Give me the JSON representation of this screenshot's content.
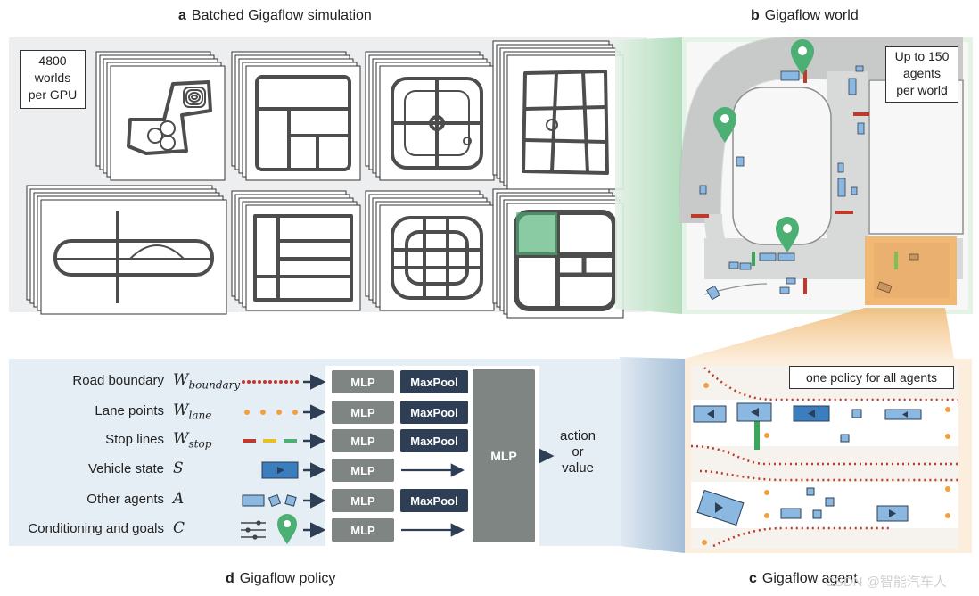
{
  "panel_a": {
    "letter": "a",
    "title": "Batched Gigaflow simulation",
    "callout": [
      "4800",
      "worlds",
      "per GPU"
    ]
  },
  "panel_b": {
    "letter": "b",
    "title": "Gigaflow world",
    "callout": [
      "Up to 150",
      "agents",
      "per world"
    ]
  },
  "panel_c": {
    "letter": "c",
    "title": "Gigaflow agent",
    "callout": "one policy for all agents"
  },
  "panel_d": {
    "letter": "d",
    "title": "Gigaflow policy",
    "rows": [
      {
        "label": "Road boundary",
        "symbol": "W",
        "sub": "boundary",
        "encoder": "MLP",
        "pool": "MaxPool"
      },
      {
        "label": "Lane points",
        "symbol": "W",
        "sub": "lane",
        "encoder": "MLP",
        "pool": "MaxPool"
      },
      {
        "label": "Stop lines",
        "symbol": "W",
        "sub": "stop",
        "encoder": "MLP",
        "pool": "MaxPool"
      },
      {
        "label": "Vehicle state",
        "symbol": "S",
        "sub": "",
        "encoder": "MLP",
        "pool": ""
      },
      {
        "label": "Other agents",
        "symbol": "A",
        "sub": "",
        "encoder": "MLP",
        "pool": "MaxPool"
      },
      {
        "label": "Conditioning and goals",
        "symbol": "C",
        "sub": "",
        "encoder": "MLP",
        "pool": ""
      }
    ],
    "head": "MLP",
    "output": [
      "action",
      "or",
      "value"
    ]
  },
  "watermark": "CSDN @智能汽车人",
  "colors": {
    "panel_bg": "#eceef0",
    "road": "#4d4d4d",
    "policy_bg": "#e6eef5",
    "mlp": "#7f8582",
    "maxpool": "#2d3e55",
    "arrow": "#2d3e55",
    "green": "#4caf73",
    "red": "#c0392b",
    "orange": "#f0a040",
    "yellow": "#e8c020",
    "vehicle": "#8ab8e0",
    "vehicle_dark": "#3a7ebf",
    "world_bg": "#e3f3e6",
    "agent_bg": "#fbeedd"
  }
}
